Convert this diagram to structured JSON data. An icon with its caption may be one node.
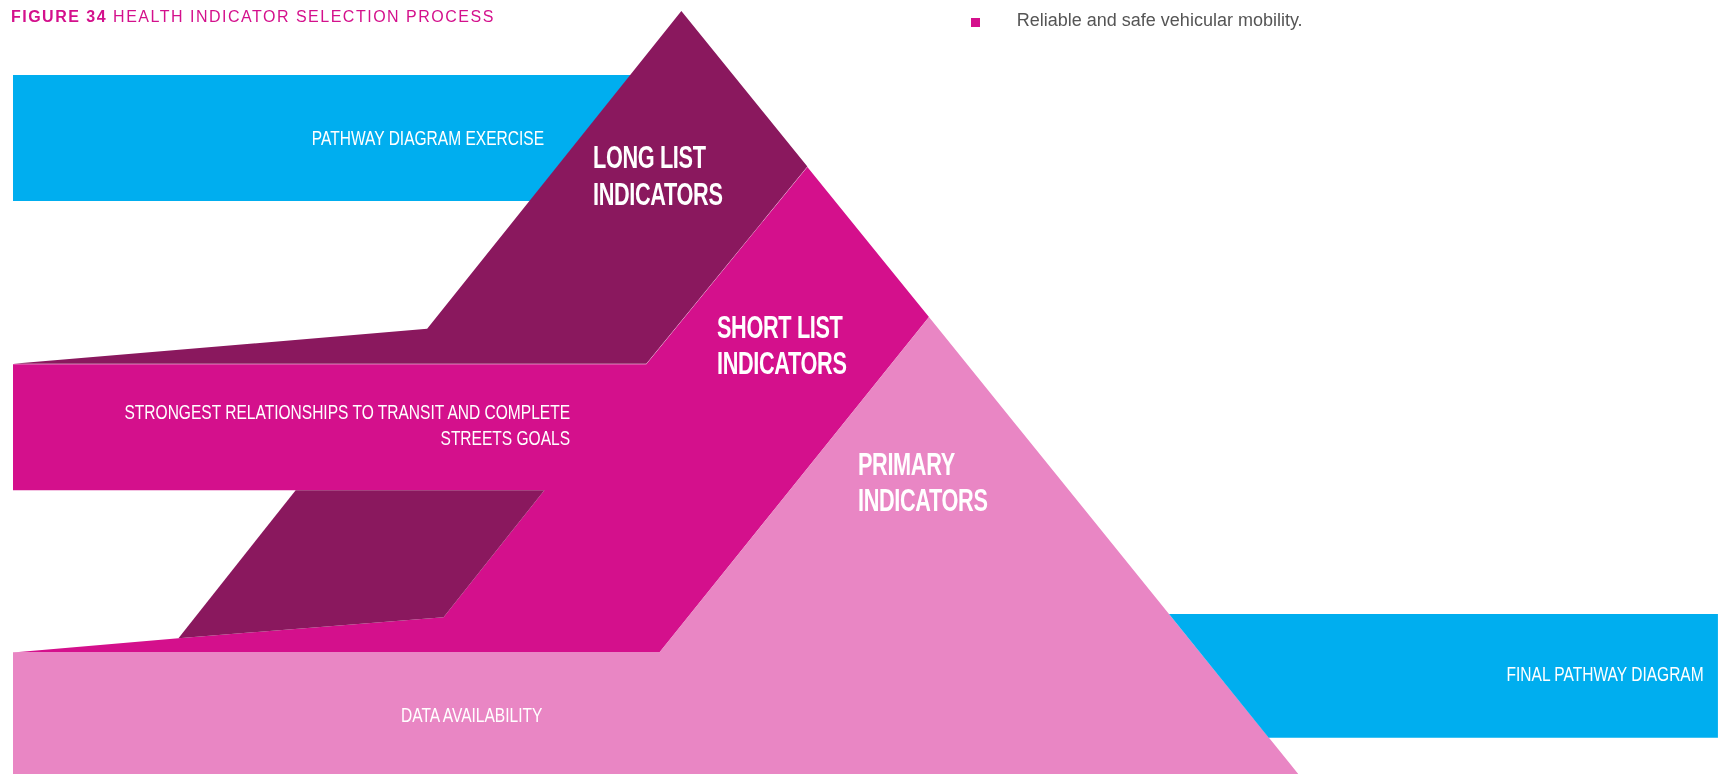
{
  "diagram": {
    "title": "**FIGURE 34** HEALTH INDICATOR SELECTION PROCESS",
    "nodes": [
      {
        "text": [
          "PATHWAY DIAGRAM EXERCISE"
        ]
      },
      {
        "text": [
          "LONG LIST INDICATORS"
        ]
      },
      {
        "text": [
          "SHORT LIST INDICATORS",
          "STRONGEST RELATIONSHIPS TO TRANSIT AND COMPLETE STREETS GOALS"
        ]
      },
      {
        "text": [
          "PRIMARY INDICATORS",
          "DATA AVAILABILITY"
        ]
      },
      {
        "text": [
          "FINAL PATHWAY DIAGRAM"
        ]
      }
    ],
    "labels": [
      "Reliable and safe vehicular mobility."
    ]
  }
}
